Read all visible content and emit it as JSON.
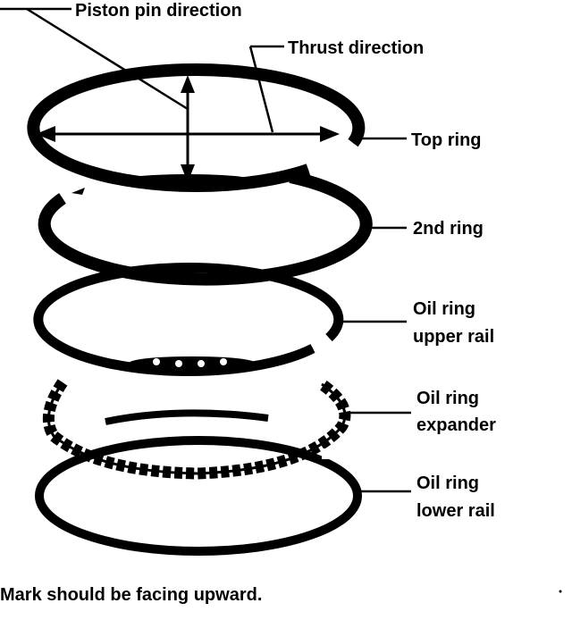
{
  "labels": {
    "piston_pin_direction": "Piston pin direction",
    "thrust_direction": "Thrust direction",
    "top_ring": "Top ring",
    "second_ring": "2nd ring",
    "oil_ring_upper_rail_line1": "Oil ring",
    "oil_ring_upper_rail_line2": "upper rail",
    "oil_ring_expander_line1": "Oil ring",
    "oil_ring_expander_line2": "expander",
    "oil_ring_lower_rail_line1": "Oil ring",
    "oil_ring_lower_rail_line2": "lower rail"
  },
  "note": "Mark should be facing upward.",
  "colors": {
    "ink": "#000000",
    "paper": "#ffffff"
  }
}
